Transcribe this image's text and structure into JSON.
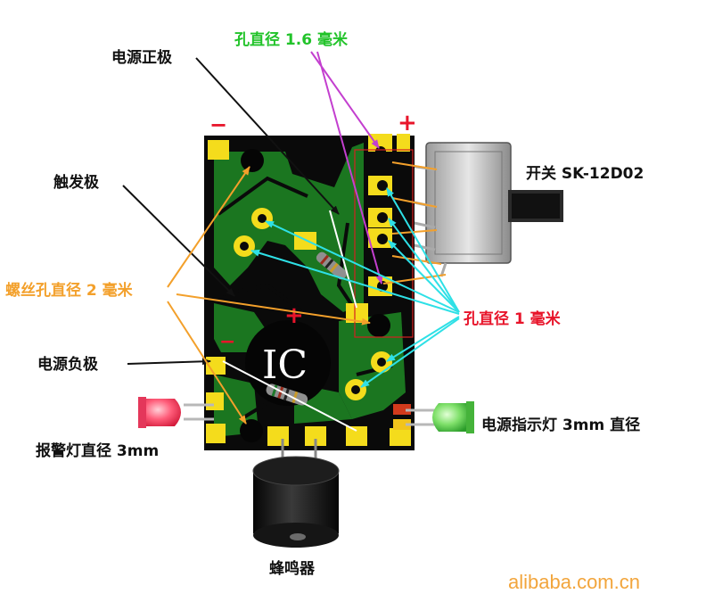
{
  "labels": {
    "hole_16": "孔直径 1.6 毫米",
    "power_positive": "电源正极",
    "switch": "开关 SK-12D02",
    "trigger": "触发极",
    "screw_hole": "螺丝孔直径 2 毫米",
    "hole_1": "孔直径 1 毫米",
    "power_negative": "电源负极",
    "power_led": "电源指示灯 3mm 直径",
    "alarm_led": "报警灯直径 3mm",
    "buzzer": "蜂鸣器"
  },
  "board": {
    "ic": "IC",
    "plus_top": "+",
    "minus_top": "−",
    "plus_mid": "+",
    "minus_mid": "−"
  },
  "watermark": "alibaba.com.cn",
  "colors": {
    "board": "#0a0a0a",
    "copper": "#1e8a25",
    "pad": "#f4dc1c",
    "green_label": "#22c32a",
    "orange_label": "#f3a02b",
    "red_label": "#e8142a",
    "cyan_arrow": "#2ee0e6",
    "magenta_arrow": "#c33fcf"
  }
}
